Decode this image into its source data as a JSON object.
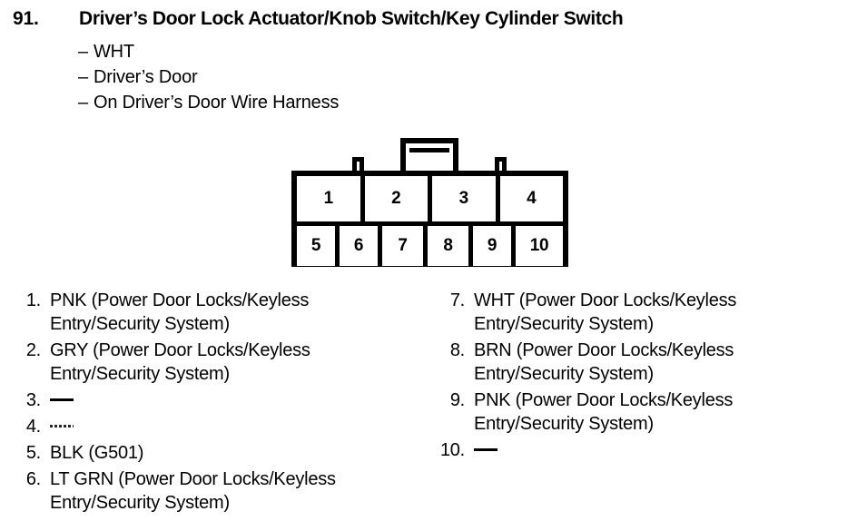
{
  "header": {
    "item_number": "91.",
    "title": "Driver’s Door Lock Actuator/Knob Switch/Key Cylinder Switch",
    "dash_glyph": "–",
    "sub_lines": [
      "WHT",
      "Driver’s Door",
      "On Driver’s Door Wire Harness"
    ]
  },
  "connector": {
    "top_row": [
      "1",
      "2",
      "3",
      "4"
    ],
    "bottom_row": [
      "5",
      "6",
      "7",
      "8",
      "9",
      "10"
    ],
    "latch_tab": "center-latch-tab",
    "side_tabs": [
      "left-locking-tab",
      "right-locking-tab"
    ]
  },
  "legend": {
    "left": [
      {
        "num": "1.",
        "text": "PNK (Power Door Locks/Keyless\nEntry/Security System)",
        "dash": false
      },
      {
        "num": "2.",
        "text": "GRY (Power Door Locks/Keyless\nEntry/Security System)",
        "dash": false
      },
      {
        "num": "3.",
        "text": "—",
        "dash": "solid"
      },
      {
        "num": "4.",
        "text": "—",
        "dash": "faint"
      },
      {
        "num": "5.",
        "text": "BLK (G501)",
        "dash": false
      },
      {
        "num": "6.",
        "text": "LT GRN (Power Door Locks/Keyless\nEntry/Security System)",
        "dash": false
      }
    ],
    "right": [
      {
        "num": "7.",
        "text": "WHT (Power Door Locks/Keyless\nEntry/Security System)",
        "dash": false
      },
      {
        "num": "8.",
        "text": "BRN (Power Door Locks/Keyless\nEntry/Security System)",
        "dash": false
      },
      {
        "num": "9.",
        "text": "PNK (Power Door Locks/Keyless\nEntry/Security System)",
        "dash": false
      },
      {
        "num": "10.",
        "text": "—",
        "dash": "solid"
      }
    ]
  },
  "colors": {
    "ink": "#000000",
    "paper": "#ffffff"
  }
}
